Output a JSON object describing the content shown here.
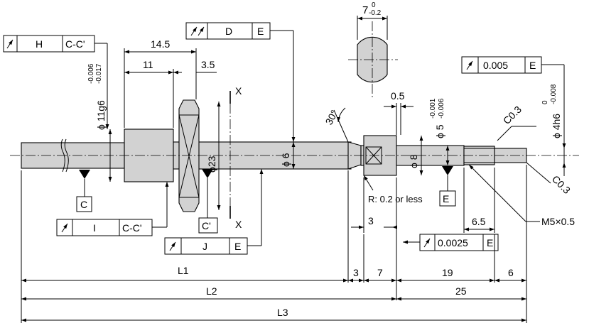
{
  "frames": {
    "runout_h": {
      "label": "H",
      "datum": "C-C'"
    },
    "runout_d": {
      "label": "D",
      "datum": "E"
    },
    "runout_i": {
      "label": "I",
      "datum": "C-C'"
    },
    "runout_j": {
      "label": "J",
      "datum": "E"
    },
    "runout_005": {
      "label": "0.005",
      "datum": "E"
    },
    "runout_0025": {
      "label": "0.0025",
      "datum": "E"
    }
  },
  "datums": {
    "c": "C",
    "c_prime": "C'",
    "e": "E"
  },
  "section": {
    "width": "7",
    "width_tol_upper": "0",
    "width_tol_lower": "-0.2",
    "marker": "X"
  },
  "dims": {
    "d14_5": "14.5",
    "d11": "11",
    "d3_5": "3.5",
    "d0_5": "0.5",
    "d3": "3",
    "d6_5": "6.5",
    "l1": "L1",
    "l2": "L2",
    "l3": "L3",
    "b3": "3",
    "b7": "7",
    "b19": "19",
    "b6": "6",
    "b25": "25",
    "phi11": "ϕ 11g6",
    "phi11_tol_upper": "-0.006",
    "phi11_tol_lower": "-0.017",
    "phi23": "ϕ23",
    "phi6": "ϕ 6",
    "phi8": "ϕ 8",
    "phi5": "ϕ 5",
    "phi5_tol_upper": "-0.001",
    "phi5_tol_lower": "-0.006",
    "phi4h6": "ϕ 4h6",
    "phi4_tol_upper": "0",
    "phi4_tol_lower": "-0.008",
    "angle": "30°",
    "c03_top": "C0.3",
    "c03_bottom": "C0.3",
    "radius_note": "R: 0.2 or less",
    "thread": "M5×0.5"
  }
}
